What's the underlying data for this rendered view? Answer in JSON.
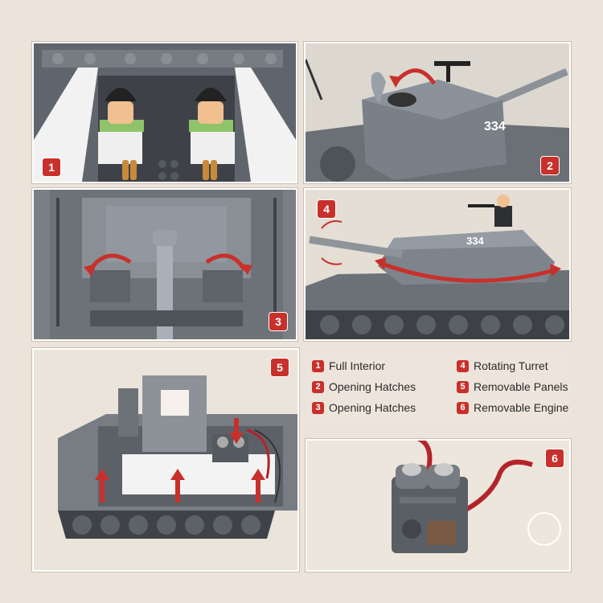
{
  "panels": {
    "p1": {
      "badge": "1"
    },
    "p2": {
      "badge": "2",
      "turret_number": "334"
    },
    "p3": {
      "badge": "3"
    },
    "p4": {
      "badge": "4",
      "turret_number": "334"
    },
    "p5": {
      "badge": "5"
    },
    "p6": {
      "badge": "6"
    }
  },
  "legend": [
    {
      "num": "1",
      "label": "Full Interior"
    },
    {
      "num": "2",
      "label": "Opening Hatches"
    },
    {
      "num": "3",
      "label": "Opening Hatches"
    },
    {
      "num": "4",
      "label": "Rotating Turret"
    },
    {
      "num": "5",
      "label": "Removable Panels"
    },
    {
      "num": "6",
      "label": "Removable Engine"
    }
  ],
  "colors": {
    "background": "#ece4da",
    "accent_red": "#c8302b",
    "brick_grey": "#6f747b",
    "dark_grey": "#4a4e55",
    "light_grey": "#9aa0a7"
  }
}
